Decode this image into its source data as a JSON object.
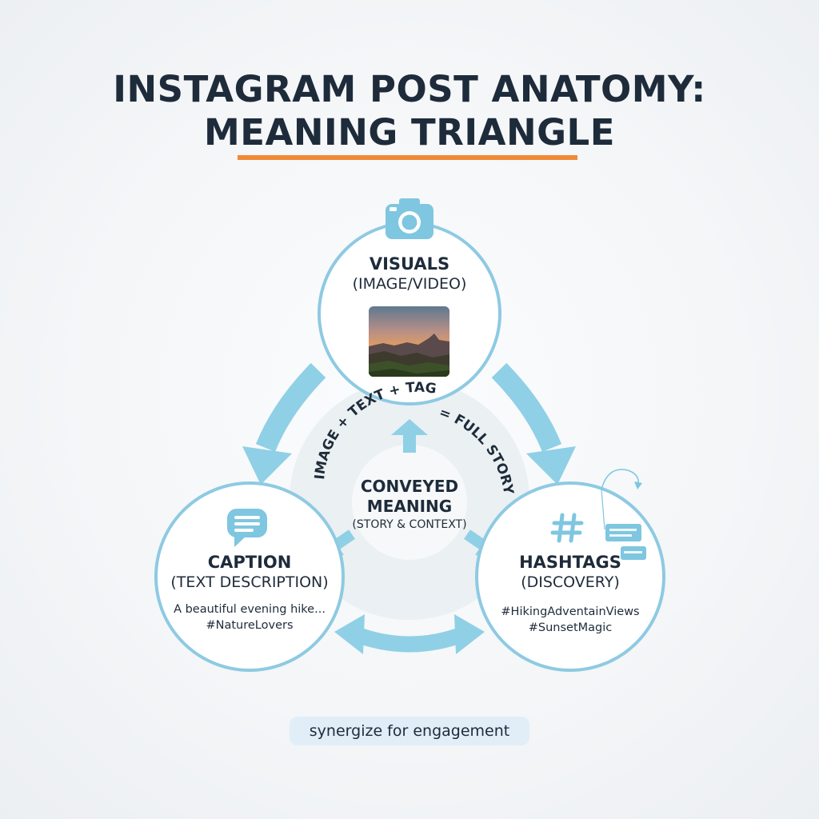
{
  "title": {
    "line1": "INSTAGRAM POST ANATOMY:",
    "line2": "MEANING TRIANGLE"
  },
  "nodes": {
    "visuals": {
      "title": "VISUALS",
      "subtitle": "(IMAGE/VIDEO)",
      "icon": "camera-icon"
    },
    "caption": {
      "title": "CAPTION",
      "subtitle": "(TEXT DESCRIPTION)",
      "example_line1": "A beautiful evening hike...",
      "example_line2": "#NatureLovers",
      "icon": "speech-bubble-icon"
    },
    "hashtags": {
      "title": "HASHTAGS",
      "subtitle": "(DISCOVERY)",
      "example_line1": "#HikingAdventainViews",
      "example_line2": "#SunsetMagic",
      "icon": "hashtag-icon"
    },
    "center": {
      "title_line1": "CONVEYED",
      "title_line2": "MEANING",
      "subtitle": "(STORY & CONTEXT)"
    }
  },
  "arc_text": {
    "left": "IMAGE + TEXT + TAGS",
    "right": "= FULL STORY"
  },
  "footer": "synergize for engagement",
  "colors": {
    "accent_blue": "#7fc6e0",
    "circle_stroke": "#8ecae2",
    "underline_orange": "#f08a36",
    "text_dark": "#1e2b3a",
    "pill_bg": "#e1eef8"
  }
}
